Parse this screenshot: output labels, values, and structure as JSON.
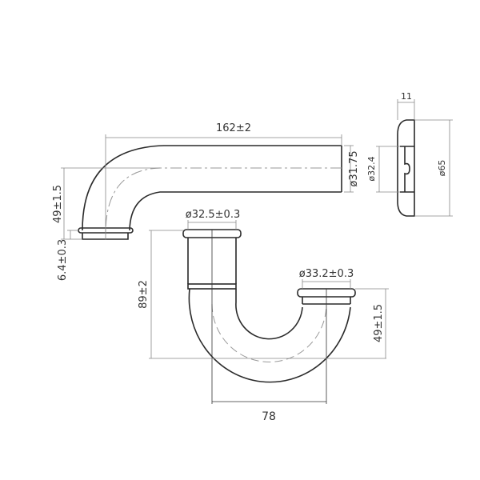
{
  "elbow": {
    "length": "162±2",
    "outer_diameter": "ø31.75",
    "offset_height": "49±1.5",
    "flange_thickness": "6.4±0.3"
  },
  "end_cap": {
    "width": "11",
    "inner_diameter": "ø32.4",
    "outer_diameter": "ø65"
  },
  "j_bend": {
    "inlet_diameter": "ø32.5±0.3",
    "outlet_diameter": "ø33.2±0.3",
    "height": "89±2",
    "outlet_height": "49±1.5",
    "center_distance": "78"
  }
}
